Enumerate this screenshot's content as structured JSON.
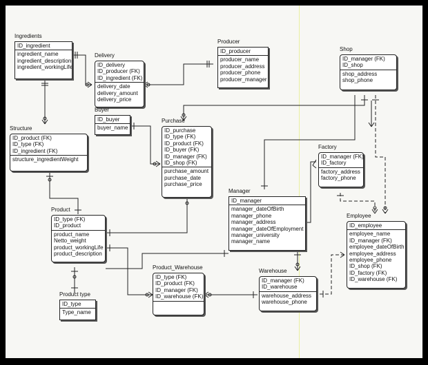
{
  "tables": {
    "ingredients": {
      "title": "Ingredients",
      "keys": [
        "ID_ingredient"
      ],
      "attrs": [
        "ingredient_name",
        "ingredient_description",
        "ingredient_workingLife"
      ]
    },
    "delivery": {
      "title": "Delivery",
      "keys": [
        "ID_delivery",
        "ID_producer (FK)",
        "ID_ingredient (FK)"
      ],
      "attrs": [
        "delivery_date",
        "delivery_amount",
        "delivery_price"
      ]
    },
    "producer": {
      "title": "Producer",
      "keys": [
        "ID_producer"
      ],
      "attrs": [
        "producer_name",
        "producer_address",
        "producer_phone",
        "producer_manager"
      ]
    },
    "shop": {
      "title": "Shop",
      "keys": [
        "ID_manager (FK)",
        "ID_shop"
      ],
      "attrs": [
        "shop_address",
        "shop_phone"
      ]
    },
    "buyer": {
      "title": "Buyer",
      "keys": [
        "ID_buyer"
      ],
      "attrs": [
        "buyer_name"
      ]
    },
    "structure": {
      "title": "Structure",
      "keys": [
        "ID_product (FK)",
        "ID_type (FK)",
        "ID_ingredient (FK)"
      ],
      "attrs": [
        "structure_ingredientWeight"
      ]
    },
    "purchase": {
      "title": "Purchase",
      "keys": [
        "ID_purchase",
        "ID_type (FK)",
        "ID_product (FK)",
        "ID_buyer (FK)",
        "ID_manager (FK)",
        "ID_shop (FK)"
      ],
      "attrs": [
        "purchase_amount",
        "purchase_date",
        "purchase_price"
      ]
    },
    "factory": {
      "title": "Factory",
      "keys": [
        "ID_manager (FK)",
        "ID_factory"
      ],
      "attrs": [
        "factory_address",
        "factory_phone"
      ]
    },
    "manager": {
      "title": "Manager",
      "keys": [
        "ID_manager"
      ],
      "attrs": [
        "manager_dateOfBirth",
        "manager_phone",
        "manager_address",
        "manager_dateOfEmployment",
        "manager_university",
        "manager_name"
      ]
    },
    "product": {
      "title": "Product",
      "keys": [
        "ID_type (FK)",
        "ID_product"
      ],
      "attrs": [
        "product_name",
        "Netto_weight",
        "product_workingLife",
        "product_description"
      ]
    },
    "employee": {
      "title": "Employee",
      "keys": [
        "ID_employee"
      ],
      "attrs": [
        "employee_name",
        "ID_manager (FK)",
        "employee_dateOfBirth",
        "employee_address",
        "employee_phone",
        "ID_shop (FK)",
        "ID_factory (FK)",
        "ID_warehouse (FK)"
      ]
    },
    "product_type": {
      "title": "Product type",
      "keys": [
        "ID_type"
      ],
      "attrs": [
        "Type_name"
      ]
    },
    "product_warehouse": {
      "title": "Product_Warehouse",
      "keys": [
        "ID_type (FK)",
        "ID_product (FK)",
        "ID_manager (FK)",
        "ID_warehouse (FK)"
      ],
      "attrs": []
    },
    "warehouse": {
      "title": "Warehouse",
      "keys": [
        "ID_manager (FK)",
        "ID_warehouse"
      ],
      "attrs": [
        "warehouse_address",
        "warehouse_phone"
      ]
    }
  }
}
